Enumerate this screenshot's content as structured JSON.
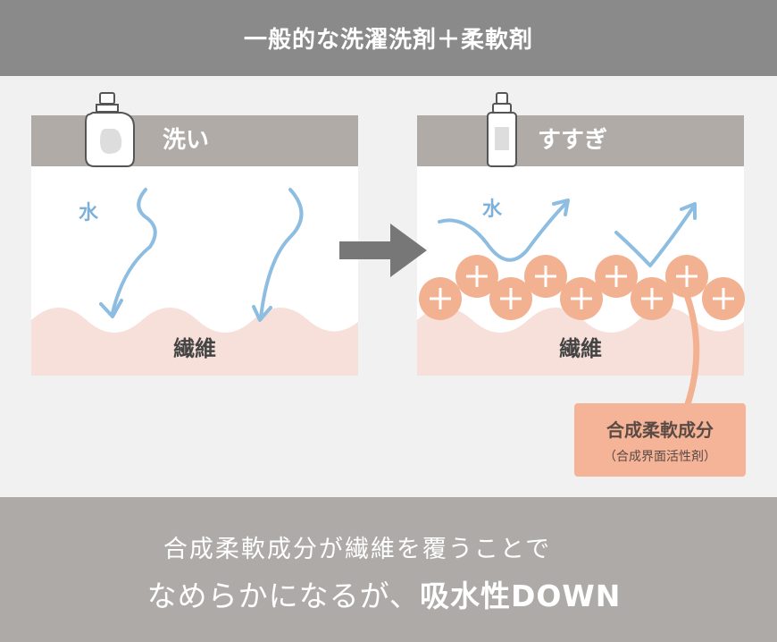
{
  "title": "一般的な洗濯洗剤＋柔軟剤",
  "wash_panel": {
    "label": "洗い",
    "water_label": "水",
    "fiber_label": "繊維",
    "icon": "detergent-bottle-icon"
  },
  "rinse_panel": {
    "label": "すすぎ",
    "water_label": "水",
    "fiber_label": "繊維",
    "icon": "softener-bottle-icon"
  },
  "softener_callout": {
    "title": "合成柔軟成分",
    "subtitle": "（合成界面活性剤）"
  },
  "bottom": {
    "line1": "合成柔軟成分が繊維を覆うことで",
    "line2_prefix": "なめらかになるが、",
    "line2_emphasis": "吸水性DOWN",
    "icon": "water-drops-icon"
  },
  "particle_symbol": "＋",
  "colors": {
    "title_bar": "#8a8a8a",
    "header": "#b1aba8",
    "fiber": "#f8e0da",
    "water": "#8dbde0",
    "particle": "#f2b190",
    "bottom_bar": "#aeaaa7"
  }
}
